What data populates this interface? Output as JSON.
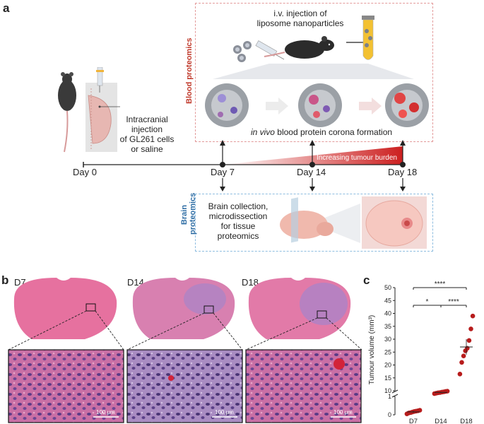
{
  "panel_a": {
    "letter": "a",
    "injection_text_1": "i.v. injection of",
    "injection_text_2": "liposome nanoparticles",
    "blood_proteomics": "Blood proteomics",
    "corona_italic": "in vivo",
    "corona_rest": " blood protein corona formation",
    "intracranial": [
      "Intracranial",
      "injection",
      "of GL261 cells",
      "or saline"
    ],
    "days": [
      "Day 0",
      "Day 7",
      "Day 14",
      "Day 18"
    ],
    "burden": "Increasing tumour burden",
    "brain_proteomics_1": "Brain",
    "brain_proteomics_2": "proteomics",
    "brain_collection": [
      "Brain collection,",
      "microdissection",
      "for tissue",
      "proteomics"
    ],
    "colors": {
      "blood": "#c0392b",
      "brain": "#2e6da4",
      "burden": "#cc1f1f"
    }
  },
  "panel_b": {
    "letter": "b",
    "sections": [
      "D7",
      "D14",
      "D18"
    ],
    "scale": "100 μm"
  },
  "panel_c": {
    "letter": "c",
    "chart_data": {
      "type": "scatter",
      "categories": [
        "D7",
        "D14",
        "D18"
      ],
      "ylabel": "Tumour volume (mm³)",
      "yticks_upper": [
        10,
        15,
        20,
        25,
        30,
        35,
        40,
        45,
        50
      ],
      "yticks_lower": [
        0,
        1
      ],
      "series": [
        {
          "category": "D7",
          "values": [
            0.05,
            0.1,
            0.12,
            0.15,
            0.18,
            0.2,
            0.22,
            0.25
          ],
          "mean": 0.16
        },
        {
          "category": "D14",
          "values": [
            5.5,
            6.2,
            6.8,
            7.2,
            7.9,
            8.3,
            8.9,
            9.4
          ],
          "mean": 7.5
        },
        {
          "category": "D18",
          "values": [
            16.5,
            21.0,
            23.5,
            25.5,
            26.5,
            29.5,
            34.0,
            39.0
          ],
          "mean": 27.0
        }
      ],
      "significance": [
        {
          "from": "D7",
          "to": "D14",
          "label": "*"
        },
        {
          "from": "D14",
          "to": "D18",
          "label": "****"
        },
        {
          "from": "D7",
          "to": "D18",
          "label": "****"
        }
      ],
      "color": "#b71c1c"
    }
  }
}
